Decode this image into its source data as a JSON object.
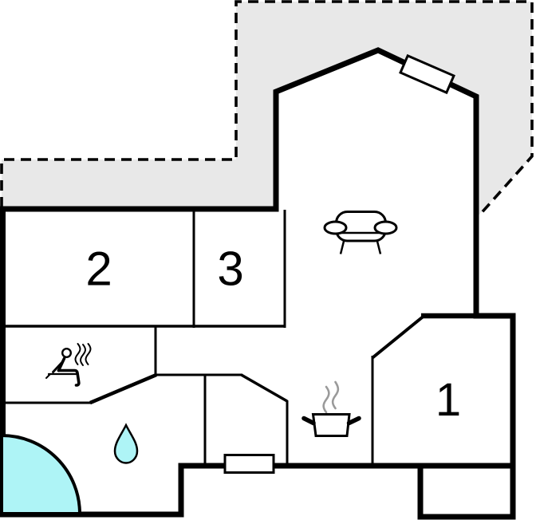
{
  "floorplan": {
    "rooms": [
      {
        "id": "room-1",
        "label": "1"
      },
      {
        "id": "room-2",
        "label": "2"
      },
      {
        "id": "room-3",
        "label": "3"
      }
    ],
    "icons": [
      "sofa-icon",
      "sauna-person-icon",
      "sauna-steam-icon",
      "cooking-pot-icon",
      "pot-steam-icon",
      "water-drop-icon",
      "corner-bathtub-icon",
      "window-top-icon",
      "window-bottom-icon"
    ],
    "colors": {
      "wall": "#000000",
      "terrace_fill": "#e8e8e8",
      "water_fill": "#aef4f6",
      "steam_gray": "#9a9a9a",
      "fixture_fill": "#ffffff"
    }
  }
}
